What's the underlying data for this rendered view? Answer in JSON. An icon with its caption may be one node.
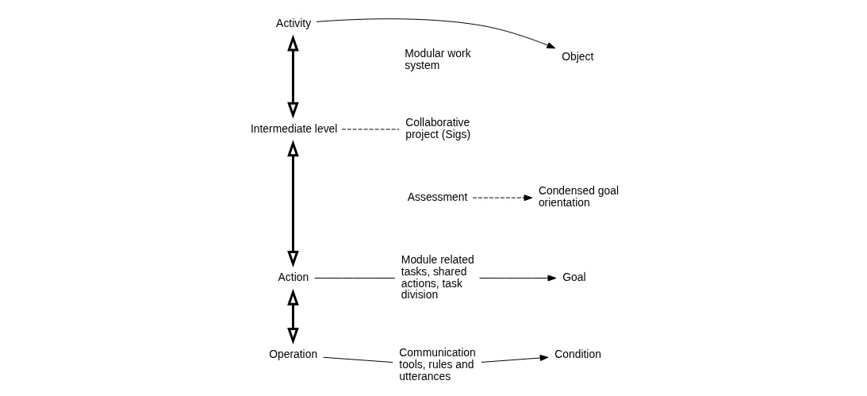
{
  "diagram": {
    "nodes": [
      {
        "text": [
          "Activity"
        ]
      },
      {
        "text": [
          "Object"
        ]
      },
      {
        "text": [
          "Intermediate level"
        ]
      },
      {
        "text": [
          "Collaborative project (Sigs)"
        ]
      },
      {
        "text": [
          "Assessment"
        ]
      },
      {
        "text": [
          "Condensed goal orientation"
        ]
      },
      {
        "text": [
          "Action"
        ]
      },
      {
        "text": [
          "Module related tasks, shared actions, task division"
        ]
      },
      {
        "text": [
          "Goal"
        ]
      },
      {
        "text": [
          "Operation"
        ]
      },
      {
        "text": [
          "Communication tools, rules and utterances"
        ]
      },
      {
        "text": [
          "Condition"
        ]
      }
    ],
    "edges": [
      {
        "from": 0,
        "to": 1,
        "arrow": "to"
      },
      {
        "from": 0,
        "to": 2,
        "arrow": "both",
        "style": "thick"
      },
      {
        "from": 2,
        "to": 3,
        "arrow": "none",
        "style": "dashed"
      },
      {
        "from": 4,
        "to": 5,
        "arrow": "to",
        "style": "dashed"
      },
      {
        "from": 2,
        "to": 6,
        "arrow": "both",
        "style": "thick"
      },
      {
        "from": 6,
        "to": 7,
        "arrow": "none"
      },
      {
        "from": 7,
        "to": 8,
        "arrow": "to"
      },
      {
        "from": 6,
        "to": 9,
        "arrow": "both",
        "style": "thick"
      },
      {
        "from": 9,
        "to": 10,
        "arrow": "none"
      },
      {
        "from": 10,
        "to": 11,
        "arrow": "to"
      }
    ],
    "labels": [
      "Modular work system"
    ]
  }
}
